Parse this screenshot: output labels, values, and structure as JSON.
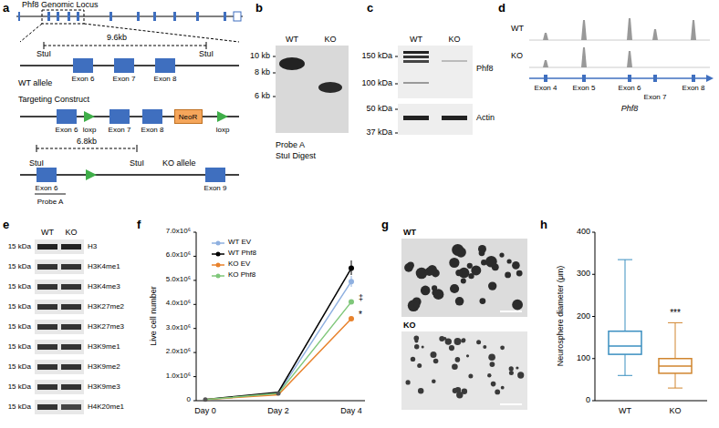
{
  "diagram": {
    "nodes": [
      {
        "text": [
          "NeoR"
        ]
      }
    ],
    "labels": [
      "a",
      "Phf8 Genomic Locus",
      "9.6kb",
      "StuI",
      "StuI",
      "WT allele",
      "Exon 6",
      "Exon 7",
      "Exon 8",
      "Targeting Construct",
      "Exon 6",
      "loxp",
      "Exon 7",
      "Exon 8",
      "loxp",
      "6.8kb",
      "StuI",
      "StuI",
      "KO allele",
      "Exon 6",
      "Exon 9",
      "Probe A",
      "b",
      "WT",
      "KO",
      "10 kb",
      "8 kb",
      "6 kb",
      "Probe A",
      "StuI Digest",
      "c",
      "WT",
      "KO",
      "150 kDa",
      "100 kDa",
      "50 kDa",
      "37 kDa",
      "Phf8",
      "Actin",
      "d",
      "WT",
      "KO",
      "Exon 4",
      "Exon 5",
      "Exon 6",
      "Exon 7",
      "Exon 8",
      "Phf8",
      "e",
      "WT",
      "KO",
      "15 kDa",
      "H3",
      "15 kDa",
      "H3K4me1",
      "15 kDa",
      "H3K4me3",
      "15 kDa",
      "H3K27me2",
      "15 kDa",
      "H3K27me3",
      "15 kDa",
      "H3K9me1",
      "15 kDa",
      "H3K9me2",
      "15 kDa",
      "H3K9me3",
      "15 kDa",
      "H4K20me1",
      "f",
      "0",
      "1.0x10⁶",
      "2.0x10⁶",
      "3.0x10⁶",
      "4.0x10⁶",
      "5.0x10⁶",
      "6.0x10⁶",
      "7.0x10⁶",
      "Live cell number",
      "Day 0",
      "Day 2",
      "Day 4",
      "‡",
      "*",
      "g",
      "WT",
      "KO",
      "h",
      "400",
      "300",
      "200",
      "100",
      "0",
      "Neurosphere diameter (μm)",
      "WT",
      "KO",
      "***"
    ],
    "legend": [
      {
        "text": "WT EV"
      },
      {
        "text": "WT Phf8"
      },
      {
        "text": "KO EV"
      },
      {
        "text": "KO Phf8"
      }
    ]
  }
}
